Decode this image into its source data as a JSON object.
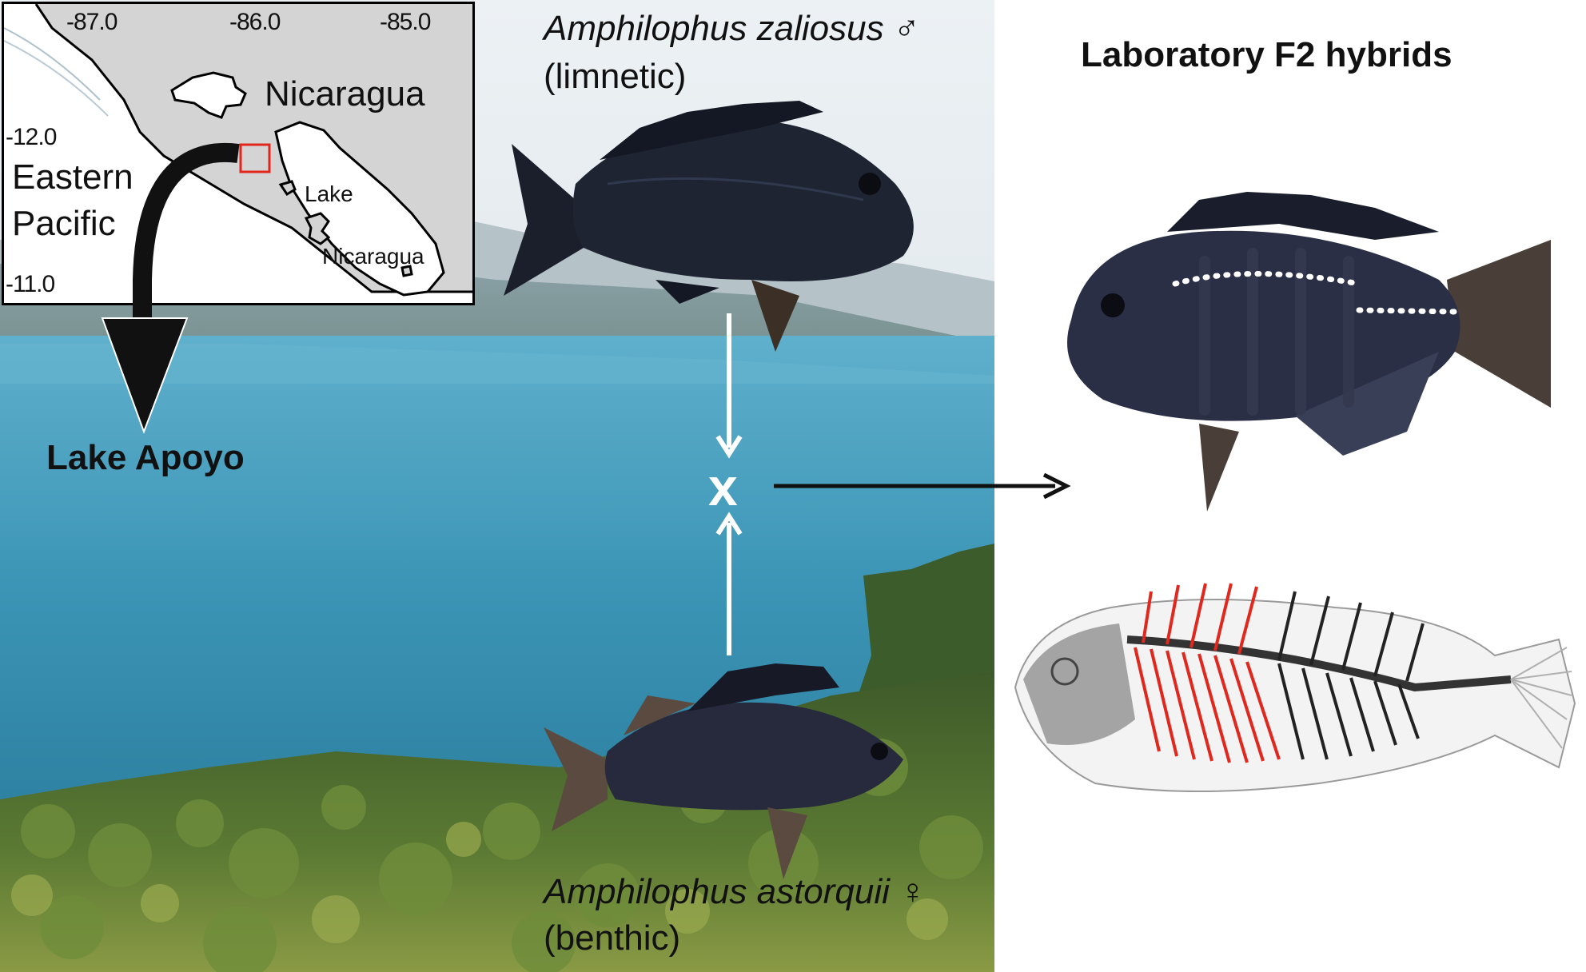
{
  "map": {
    "lon_ticks": [
      "-87.0",
      "-86.0",
      "-85.0"
    ],
    "lat_ticks": [
      "-12.0",
      "-11.0"
    ],
    "country_label": "Nicaragua",
    "ocean_label_line1": "Eastern",
    "ocean_label_line2": "Pacific",
    "lake_label_line1": "Lake",
    "lake_label_line2": "Nicaragua"
  },
  "lake_label": "Lake Apoyo",
  "male_parent": {
    "species": "Amphilophus zaliosus",
    "sex_symbol": "♂",
    "ecotype": "(limnetic)"
  },
  "female_parent": {
    "species": "Amphilophus astorquii",
    "sex_symbol": "♀",
    "ecotype": "(benthic)"
  },
  "cross_symbol": "x",
  "hybrids_title": "Laboratory F2 hybrids",
  "colors": {
    "sky": "#dfe7ec",
    "lake": "#3a93b4",
    "forest": "#4f6a2e",
    "map_land": "#d4d4d4",
    "map_box": "#e2261c",
    "skeleton_highlight": "#e0281e",
    "fish_body": "#1f2433"
  }
}
